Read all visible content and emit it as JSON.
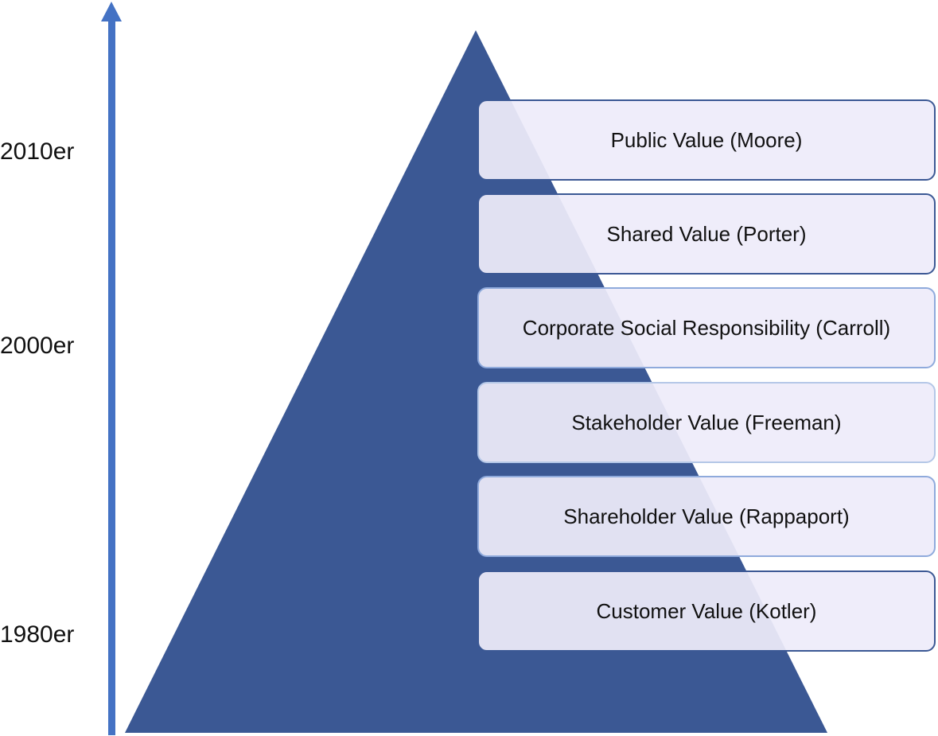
{
  "colors": {
    "pyramid": "#3B5894",
    "arrow": "#4472C4",
    "box_fill": "#EEECFA",
    "box_border_dark": "#3B5894",
    "box_border_light": "#B4C7E7"
  },
  "axis": {
    "decades": [
      "2010er",
      "2000er",
      "1980er"
    ]
  },
  "layers": [
    {
      "label": "Public Value (Moore)"
    },
    {
      "label": "Shared Value (Porter)"
    },
    {
      "label": "Corporate Social Responsibility (Carroll)"
    },
    {
      "label": "Stakeholder Value (Freeman)"
    },
    {
      "label": "Shareholder Value (Rappaport)"
    },
    {
      "label": "Customer Value (Kotler)"
    }
  ]
}
